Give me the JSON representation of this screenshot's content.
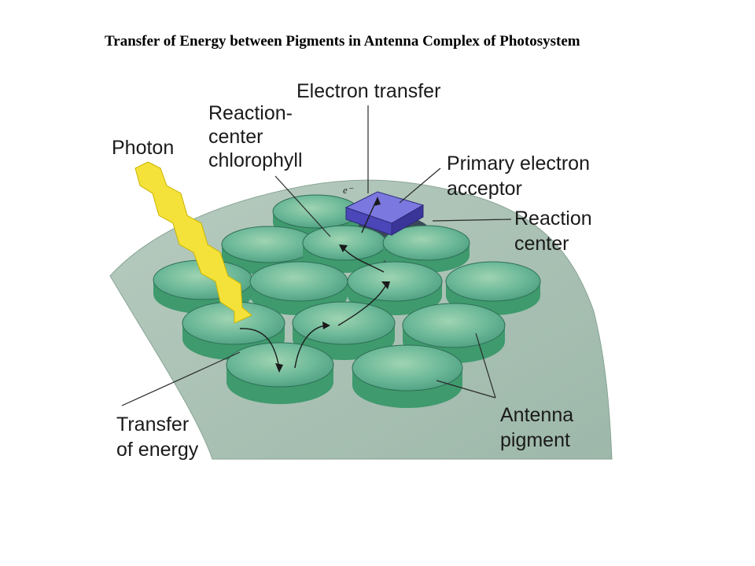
{
  "title": "Transfer of Energy between Pigments in Antenna Complex of Photosystem",
  "labels": {
    "electron_transfer": "Electron transfer",
    "reaction_center_chlorophyll": [
      "Reaction-",
      "center",
      "chlorophyll"
    ],
    "photon": "Photon",
    "primary_electron_acceptor": [
      "Primary electron",
      "acceptor"
    ],
    "reaction_center": [
      "Reaction",
      "center"
    ],
    "electron_symbol": "e⁻",
    "transfer_of_energy": [
      "Transfer",
      "of energy"
    ],
    "antenna_pigment": [
      "Antenna",
      "pigment"
    ]
  },
  "colors": {
    "membrane": "#a9c4b6",
    "disc_top": "#6db89a",
    "disc_side": "#3f9a6e",
    "acceptor": "#5a55c8",
    "photon": "#f4e23a"
  }
}
